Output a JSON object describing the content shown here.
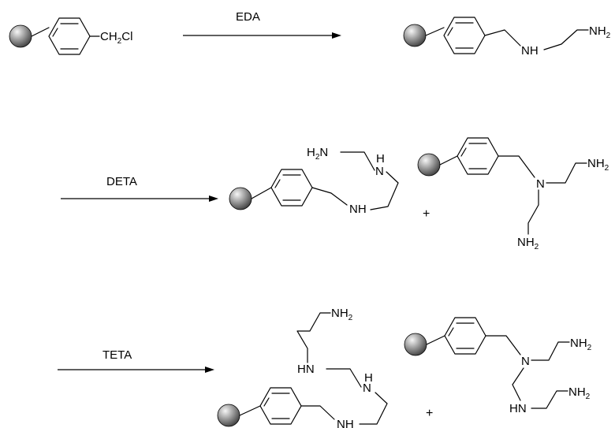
{
  "colors": {
    "bead_light": "#f6f6f6",
    "bead_dark": "#3e3e3e",
    "line": "#000000",
    "background": "#ffffff"
  },
  "reagents": {
    "eda": "EDA",
    "deta": "DETA",
    "teta": "TETA"
  },
  "plus_sign": "+",
  "labels": {
    "ch2": "CH",
    "sub2": "2",
    "cl": "Cl",
    "nh": "NH",
    "nh2": "NH",
    "h2": "H",
    "h": "H",
    "n": "N",
    "hn": "HN"
  }
}
